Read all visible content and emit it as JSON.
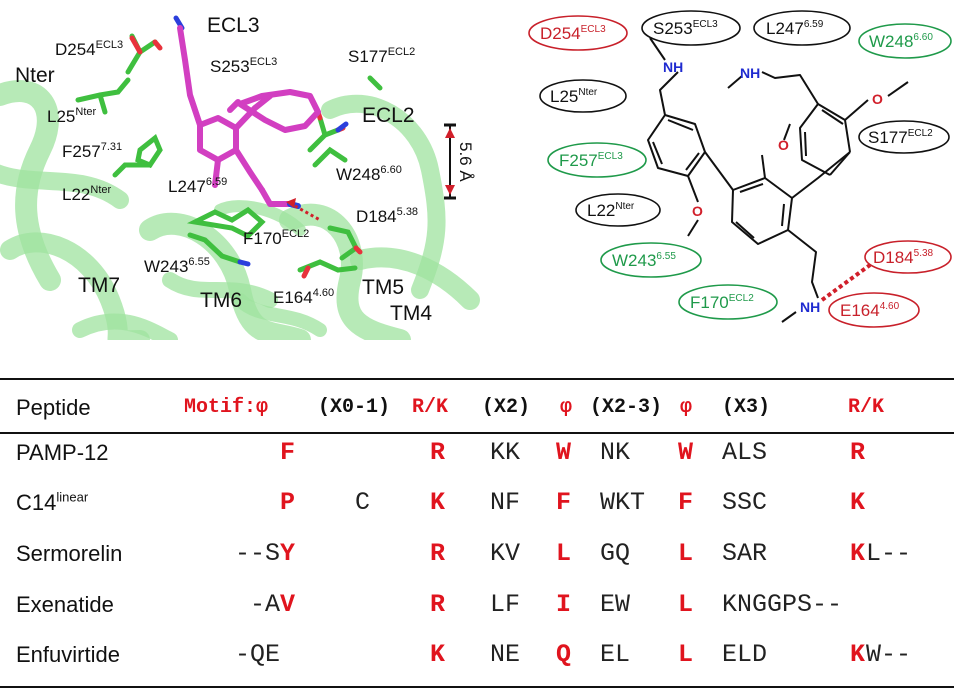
{
  "structure_labels": {
    "ecl3": "ECL3",
    "nter": "Nter",
    "ecl2": "ECL2",
    "tm7": "TM7",
    "tm6": "TM6",
    "tm5": "TM5",
    "tm4": "TM4",
    "distance": "5.6 Å"
  },
  "residues_3d": [
    {
      "base": "D254",
      "sup": "ECL3"
    },
    {
      "base": "S253",
      "sup": "ECL3"
    },
    {
      "base": "S177",
      "sup": "ECL2"
    },
    {
      "base": "L25",
      "sup": "Nter"
    },
    {
      "base": "F257",
      "sup": "7.31"
    },
    {
      "base": "L22",
      "sup": "Nter"
    },
    {
      "base": "L247",
      "sup": "6.59"
    },
    {
      "base": "W248",
      "sup": "6.60"
    },
    {
      "base": "D184",
      "sup": "5.38"
    },
    {
      "base": "F170",
      "sup": "ECL2"
    },
    {
      "base": "W243",
      "sup": "6.55"
    },
    {
      "base": "E164",
      "sup": "4.60"
    }
  ],
  "residues_2d": [
    {
      "base": "D254",
      "sup": "ECL3",
      "color": "#c8202a"
    },
    {
      "base": "S253",
      "sup": "ECL3",
      "color": "#111111"
    },
    {
      "base": "L247",
      "sup": "6.59",
      "color": "#111111"
    },
    {
      "base": "W248",
      "sup": "6.60",
      "color": "#1f9a4a"
    },
    {
      "base": "L25",
      "sup": "Nter",
      "color": "#111111"
    },
    {
      "base": "S177",
      "sup": "ECL2",
      "color": "#111111"
    },
    {
      "base": "F257",
      "sup": "ECL3",
      "color": "#1f9a4a"
    },
    {
      "base": "L22",
      "sup": "Nter",
      "color": "#111111"
    },
    {
      "base": "W243",
      "sup": "6.55",
      "color": "#1f9a4a"
    },
    {
      "base": "D184",
      "sup": "5.38",
      "color": "#c8202a"
    },
    {
      "base": "F170",
      "sup": "ECL2",
      "color": "#1f9a4a"
    },
    {
      "base": "E164",
      "sup": "4.60",
      "color": "#c8202a"
    }
  ],
  "atoms": {
    "nh": "NH",
    "o": "O"
  },
  "table": {
    "header": {
      "peptide": "Peptide",
      "motif": "Motif:φ",
      "x01": "(X0-1)",
      "rk1": "R/K",
      "x2": "(X2)",
      "phi2": "φ",
      "x23": "(X2-3)",
      "phi3": "φ",
      "x3": "(X3)",
      "rk2": "R/K"
    },
    "rows": [
      {
        "name": "PAMP-12",
        "name_sup": "",
        "pre": "",
        "phi1": "F",
        "x01": "",
        "rk1": "R",
        "x2": "KK",
        "phi2": "W",
        "x23": "NK",
        "phi3": "W",
        "x3": "ALS",
        "rk2": "R",
        "post": ""
      },
      {
        "name": "C14",
        "name_sup": "linear",
        "pre": "",
        "phi1": "P",
        "x01": "C",
        "rk1": "K",
        "x2": "NF",
        "phi2": "F",
        "x23": "WKT",
        "phi3": "F",
        "x3": "SSC",
        "rk2": "K",
        "post": ""
      },
      {
        "name": "Sermorelin",
        "name_sup": "",
        "pre": "--S",
        "phi1": "Y",
        "x01": "",
        "rk1": "R",
        "x2": "KV",
        "phi2": "L",
        "x23": "GQ",
        "phi3": "L",
        "x3": "SAR",
        "rk2": "K",
        "post": "L--"
      },
      {
        "name": "Exenatide",
        "name_sup": "",
        "pre": "-A",
        "phi1": "V",
        "x01": "",
        "rk1": "R",
        "x2": "LF",
        "phi2": "I",
        "x23": "EW",
        "phi3": "L",
        "x3": "KNGGPS--",
        "rk2": "",
        "post": ""
      },
      {
        "name": "Enfuvirtide",
        "name_sup": "",
        "pre": "-QE",
        "phi1": "",
        "x01": "",
        "rk1": "K",
        "x2": "NE",
        "phi2": "Q",
        "x23": "EL",
        "phi3": "L",
        "x3": "ELD",
        "rk2": "K",
        "post": "W--"
      }
    ]
  }
}
